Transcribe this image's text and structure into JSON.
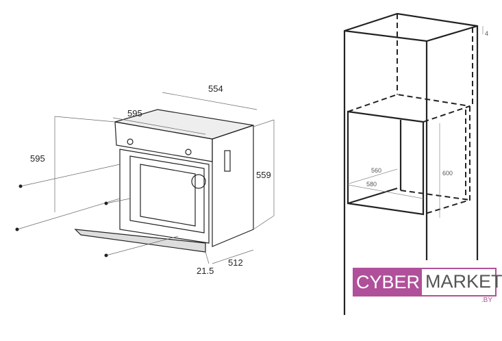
{
  "oven": {
    "dims": {
      "top_depth": "554",
      "panel_width": "595",
      "height_left": "595",
      "side_height": "559",
      "door_offset": "21.5",
      "body_depth": "512"
    }
  },
  "cabinet": {
    "dims": {
      "niche_width_inner": "560",
      "niche_width": "580",
      "niche_height": "600",
      "gap": "4"
    }
  },
  "logo": {
    "part1": "CYBER",
    "part2": "MARKET",
    "suffix": ".BY"
  },
  "colors": {
    "brand": "#b0509a",
    "line": "#222222"
  }
}
